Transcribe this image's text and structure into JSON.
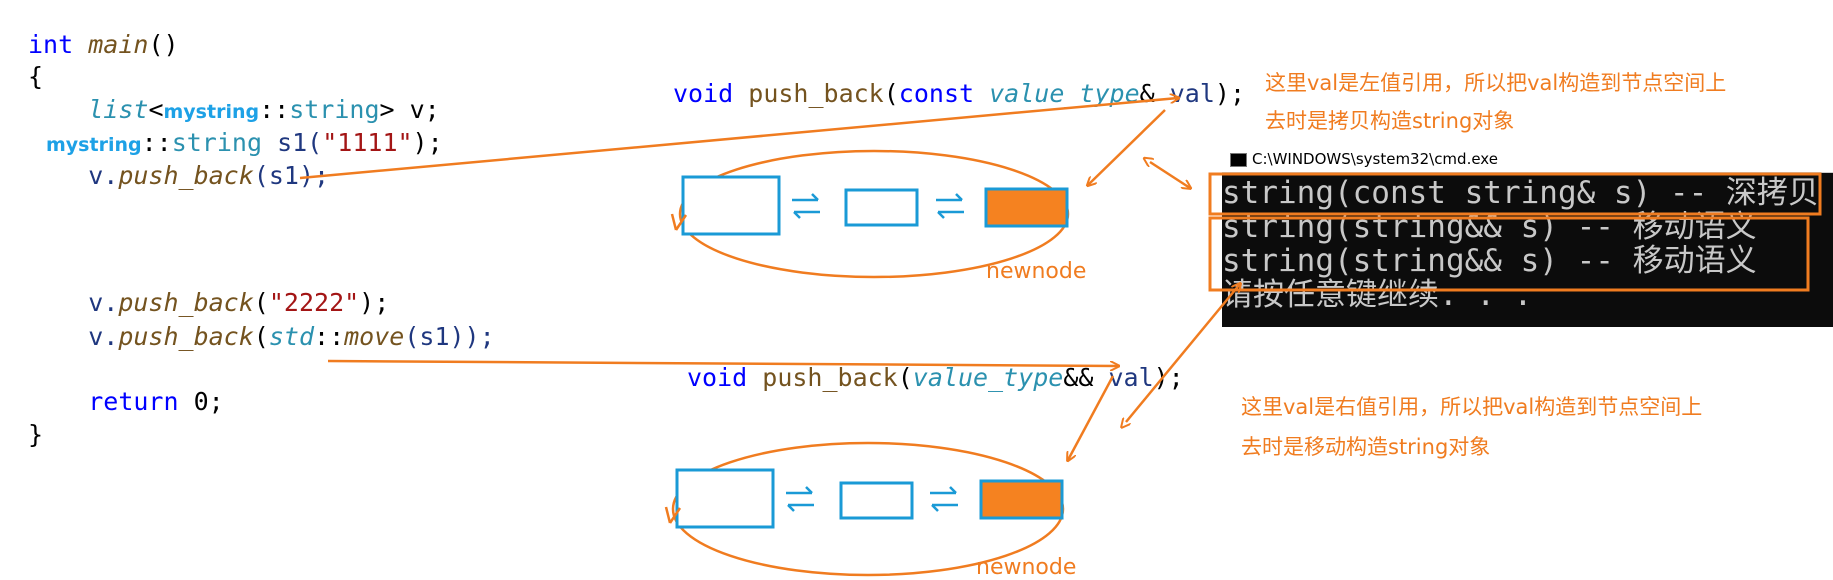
{
  "code": {
    "main_decl": {
      "kw": "int",
      "name": "main",
      "parens": "()"
    },
    "open_brace": "{",
    "list_decl": {
      "type": "list",
      "lt": "<",
      "ns": "mystring",
      "sep": "::",
      "inner": "string",
      "rest": "> v;"
    },
    "string_decl": {
      "ns": "mystring",
      "sep": "::",
      "type": "string",
      "var": " s1(",
      "literal": "\"1111\"",
      "rest": ");"
    },
    "push1": {
      "obj": "v.",
      "fn": "push_back",
      "rest": "(s1);"
    },
    "push2": {
      "obj": "v.",
      "fn": "push_back",
      "open": "(",
      "literal": "\"2222\"",
      "rest": ");"
    },
    "push3": {
      "obj": "v.",
      "fn": "push_back",
      "open": "(",
      "ns": "std",
      "sep": "::",
      "fn2": "move",
      "rest": "(s1));"
    },
    "ret": {
      "kw": "return",
      "rest": " 0;"
    },
    "close_brace": "}"
  },
  "signatures": {
    "copy": {
      "kw": "void",
      "fn": " push_back",
      "open": "(",
      "kw2": "const",
      "type": " value_type",
      "rest": "& ",
      "param": "val",
      "close": ");"
    },
    "move": {
      "kw": "void",
      "fn": " push_back",
      "open": "(",
      "type": "value_type",
      "rest": "&& ",
      "param": "val",
      "close": ");"
    }
  },
  "notes": {
    "copy_line1": "这里val是左值引用，所以把val构造到节点空间上",
    "copy_line2": "去时是拷贝构造string对象",
    "move_line1": "这里val是右值引用，所以把val构造到节点空间上",
    "move_line2": "去时是移动构造string对象"
  },
  "node_labels": {
    "top": "newnode",
    "bottom": "newnode"
  },
  "cmd": {
    "title": "C:\\WINDOWS\\system32\\cmd.exe",
    "lines": [
      "string(const string& s) -- 深拷贝",
      "string(string&& s) -- 移动语义",
      "string(string&& s) -- 移动语义",
      "请按任意键继续. . ."
    ]
  },
  "colors": {
    "annotation": "#f07c20",
    "node_border": "#1a9ad6",
    "node_fill_new": "#f58220",
    "keyword": "#0000ff"
  }
}
